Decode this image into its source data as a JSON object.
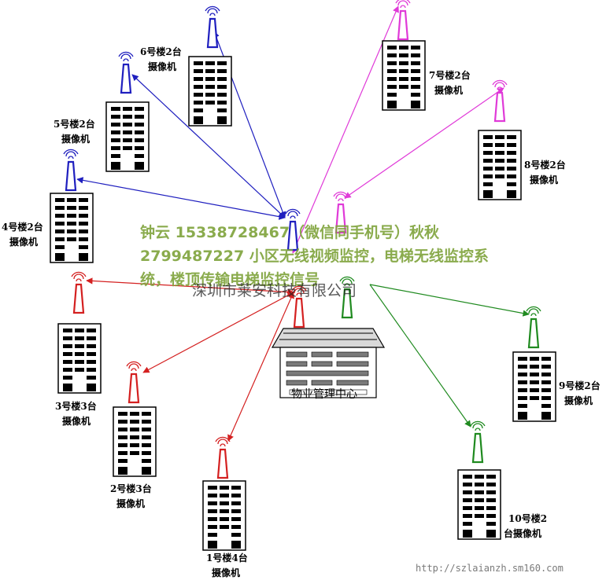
{
  "buildings": [
    {
      "id": "b6",
      "label_lines": [
        "6号楼2台",
        "摄像机"
      ],
      "color": "#1f1fbf"
    },
    {
      "id": "b5",
      "label_lines": [
        "5号楼2台",
        "摄像机"
      ],
      "color": "#1f1fbf"
    },
    {
      "id": "b4",
      "label_lines": [
        "4号楼2台",
        "摄像机"
      ],
      "color": "#1f1fbf"
    },
    {
      "id": "b7",
      "label_lines": [
        "7号楼2台",
        "摄像机"
      ],
      "color": "#e03ad8"
    },
    {
      "id": "b8",
      "label_lines": [
        "8号楼2台",
        "摄像机"
      ],
      "color": "#e03ad8"
    },
    {
      "id": "b3",
      "label_lines": [
        "3号楼3台",
        "摄像机"
      ],
      "color": "#d42020"
    },
    {
      "id": "b2",
      "label_lines": [
        "2号楼3台",
        "摄像机"
      ],
      "color": "#d42020"
    },
    {
      "id": "b1",
      "label_lines": [
        "1号楼4台",
        "摄像机"
      ],
      "color": "#d42020"
    },
    {
      "id": "b9",
      "label_lines": [
        "9号楼2台",
        "摄像机"
      ],
      "color": "#1f8a1f"
    },
    {
      "id": "b10",
      "label_lines": [
        "10号楼2",
        "台摄像机"
      ],
      "color": "#1f8a1f"
    }
  ],
  "center": {
    "label": "物业管理中心"
  },
  "watermark": {
    "line1": "钟云  15338728467（微信同手机号）秋秋",
    "line2": "2799487227 小区无线视频监控，电梯无线监控系",
    "line3": "统，楼顶传输电梯监控信号",
    "line4": "深圳市莱安科技有限公司"
  },
  "footer_url": "http://szlaianzh.sm160.com"
}
